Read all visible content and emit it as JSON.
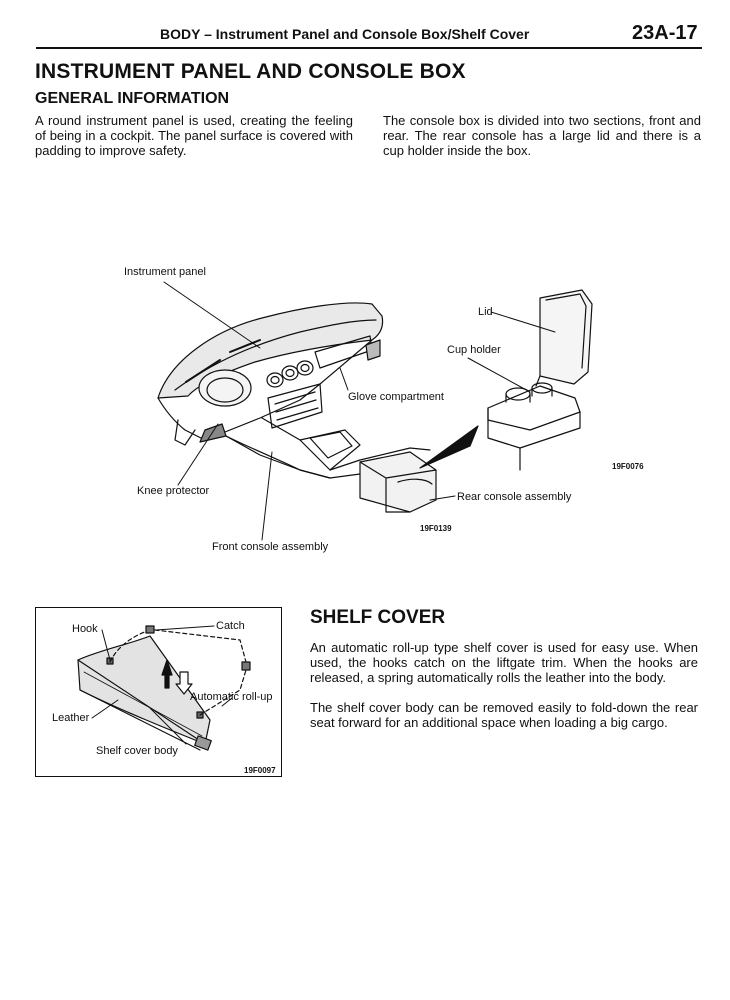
{
  "header": {
    "text": "BODY – Instrument Panel and Console Box/Shelf Cover",
    "page_number": "23A-17"
  },
  "title": "INSTRUMENT PANEL AND CONSOLE BOX",
  "general_information": {
    "heading": "GENERAL INFORMATION",
    "left_paragraph": "A round instrument panel is used, creating the feeling of being in a cockpit. The panel surface is covered with padding to improve safety.",
    "right_paragraph": "The console box is divided into two sections, front and rear. The rear console has a large lid and there is a cup holder inside the box."
  },
  "figure1": {
    "labels": {
      "instrument_panel": "Instrument panel",
      "lid": "Lid",
      "cup_holder": "Cup holder",
      "glove_compartment": "Glove compartment",
      "knee_protector": "Knee protector",
      "rear_console_assembly": "Rear console assembly",
      "front_console_assembly": "Front console assembly"
    },
    "code_main": "19F0139",
    "code_inset": "19F0076"
  },
  "figure2": {
    "labels": {
      "hook": "Hook",
      "catch": "Catch",
      "automatic_roll_up": "Automatic roll-up",
      "leather": "Leather",
      "shelf_cover_body": "Shelf cover body"
    },
    "code": "19F0097"
  },
  "shelf_cover": {
    "title": "SHELF COVER",
    "paragraph1": "An automatic roll-up type shelf cover is used for easy use. When used, the hooks catch on the liftgate trim. When the hooks are released, a spring automatically rolls the leather into the body.",
    "paragraph2": "The shelf cover body can be removed easily to fold-down the rear seat forward for an additional space when loading a big cargo."
  }
}
